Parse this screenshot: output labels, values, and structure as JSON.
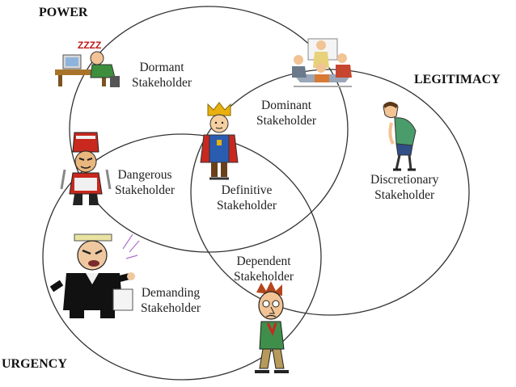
{
  "titles": {
    "power": "POWER",
    "legitimacy": "LEGITIMACY",
    "urgency": "URGENCY"
  },
  "stakeholders": {
    "dormant": [
      "Dormant",
      "Stakeholder"
    ],
    "dominant": [
      "Dominant",
      "Stakeholder"
    ],
    "discretionary": [
      "Discretionary",
      "Stakeholder"
    ],
    "dangerous": [
      "Dangerous",
      "Stakeholder"
    ],
    "definitive": [
      "Definitive",
      "Stakeholder"
    ],
    "dependent": [
      "Dependent",
      "Stakeholder"
    ],
    "demanding": [
      "Demanding",
      "Stakeholder"
    ]
  },
  "illustrations": {
    "dormant": "sleeping-person-icon",
    "dominant": "office-meeting-icon",
    "discretionary": "tired-man-icon",
    "dangerous": "armed-warrior-icon",
    "definitive": "king-icon",
    "dependent": "worried-man-icon",
    "demanding": "angry-man-icon"
  },
  "colors": {
    "line": "#333333",
    "text": "#222222",
    "crown": "#e8b010",
    "robe_blue": "#2a5db0",
    "robe_red": "#c8281e"
  }
}
